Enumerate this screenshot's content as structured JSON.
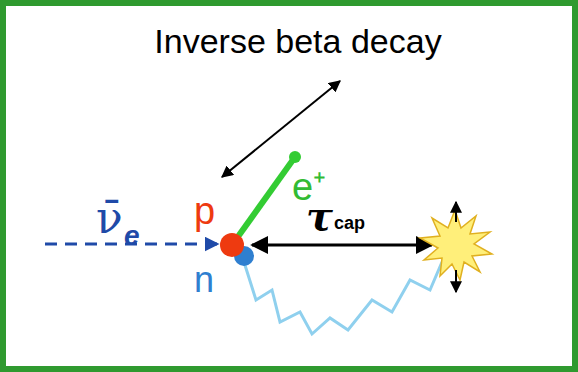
{
  "diagram": {
    "title": "Inverse beta decay",
    "labels": [
      "ν̄",
      "e",
      "p",
      "e⁺",
      "n",
      "τ",
      "cap"
    ]
  }
}
